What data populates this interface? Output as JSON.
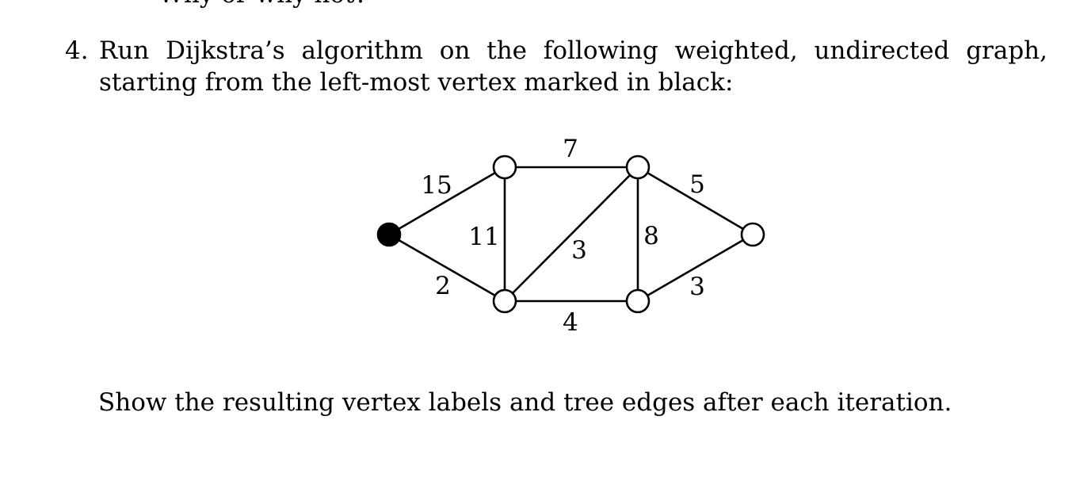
{
  "previous_fragment": "Why or why not?",
  "question": {
    "number": "4.",
    "text": "Run Dijkstra’s algorithm on the following weighted, undirected graph, starting from the left-most vertex marked in black:"
  },
  "graph": {
    "edge_weights": [
      "15",
      "2",
      "11",
      "7",
      "3",
      "4",
      "8",
      "5",
      "3"
    ]
  },
  "instruction": "Show the resulting vertex labels and tree edges after each iteration."
}
